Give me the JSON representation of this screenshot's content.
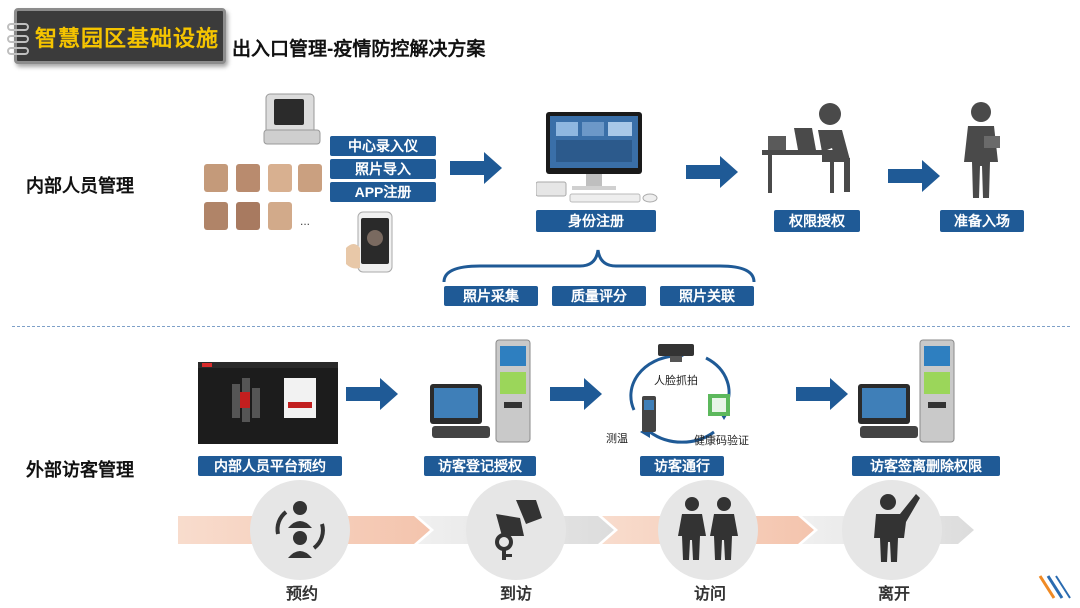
{
  "header": {
    "badge_title": "智慧园区基础设施",
    "subtitle": "出入口管理-疫情防控解决方案"
  },
  "internal": {
    "section_label": "内部人员管理",
    "inputs": [
      "中心录入仪",
      "照片导入",
      "APP注册"
    ],
    "ellipsis": "...",
    "steps": {
      "register": "身份注册",
      "authorize": "权限授权",
      "ready": "准备入场"
    },
    "sub_steps": [
      "照片采集",
      "质量评分",
      "照片关联"
    ]
  },
  "external": {
    "section_label": "外部访客管理",
    "steps": {
      "reserve": "内部人员平台预约",
      "register": "访客登记授权",
      "pass": "访客通行",
      "checkout": "访客签离删除权限"
    },
    "cycle_labels": {
      "face_capture": "人脸抓拍",
      "temperature": "测温",
      "health_code": "健康码验证"
    }
  },
  "stages": [
    "预约",
    "到访",
    "访问",
    "离开"
  ],
  "colors": {
    "accent_blue": "#1f5a96",
    "badge_gold": "#f5c400",
    "stage_band": "#f6c9b4"
  }
}
